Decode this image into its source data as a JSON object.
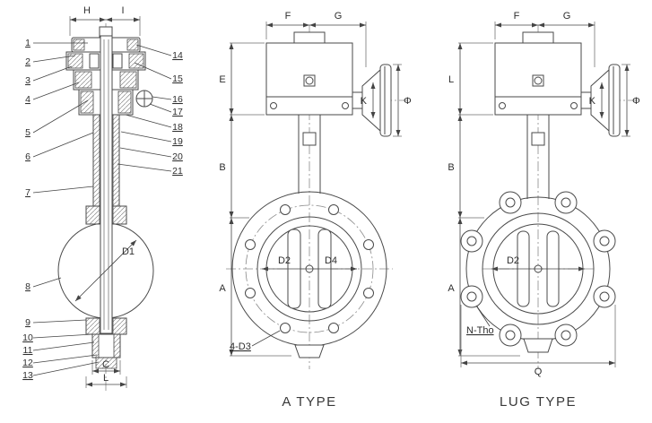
{
  "captions": {
    "a_type": "A TYPE",
    "lug_type": "LUG TYPE"
  },
  "section_view": {
    "part_labels": [
      "1",
      "2",
      "3",
      "4",
      "5",
      "6",
      "7",
      "8",
      "9",
      "10",
      "11",
      "12",
      "13",
      "14",
      "15",
      "16",
      "17",
      "18",
      "19",
      "20",
      "21"
    ],
    "dim_h": "H",
    "dim_i": "I",
    "dim_d1": "D1",
    "dim_c": "C",
    "dim_l": "L"
  },
  "a_type_view": {
    "dim_f": "F",
    "dim_g": "G",
    "dim_e": "E",
    "dim_b": "B",
    "dim_a": "A",
    "dim_k": "K",
    "dim_phi": "Φ",
    "dim_d2": "D2",
    "dim_d4": "D4",
    "dim_4d3": "4-D3"
  },
  "lug_type_view": {
    "dim_f": "F",
    "dim_g": "G",
    "dim_l": "L",
    "dim_b": "B",
    "dim_a": "A",
    "dim_k": "K",
    "dim_phi": "Φ",
    "dim_d2": "D2",
    "dim_ntho": "N-Tho",
    "dim_q": "Q"
  }
}
